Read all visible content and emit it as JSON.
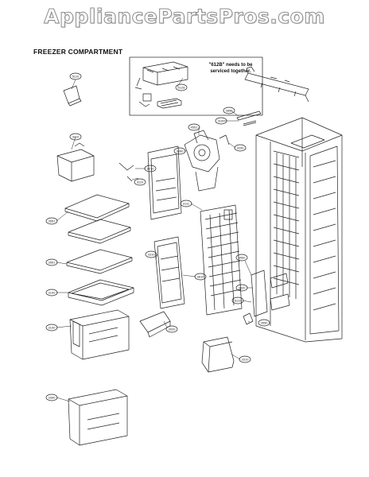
{
  "watermark": "AppliancePartsPros.com",
  "section_title": "FREEZER COMPARTMENT",
  "note_text": "\"612B\" needs to be serviced together.",
  "callouts": [
    {
      "label": "5110"
    },
    {
      "label": "3110"
    },
    {
      "label": "3551"
    },
    {
      "label": "3551"
    },
    {
      "label": "3190"
    },
    {
      "label": "3190"
    },
    {
      "label": "3390"
    },
    {
      "label": "3850"
    },
    {
      "label": "6128"
    },
    {
      "label": "3100"
    },
    {
      "label": "4551"
    },
    {
      "label": "3290"
    },
    {
      "label": "3390"
    },
    {
      "label": "3210"
    },
    {
      "label": "3110"
    },
    {
      "label": "3111"
    },
    {
      "label": "3310"
    },
    {
      "label": "3810"
    },
    {
      "label": "3020"
    },
    {
      "label": "3310"
    },
    {
      "label": "3550"
    },
    {
      "label": "3320"
    },
    {
      "label": "5110"
    },
    {
      "label": "3550"
    }
  ]
}
